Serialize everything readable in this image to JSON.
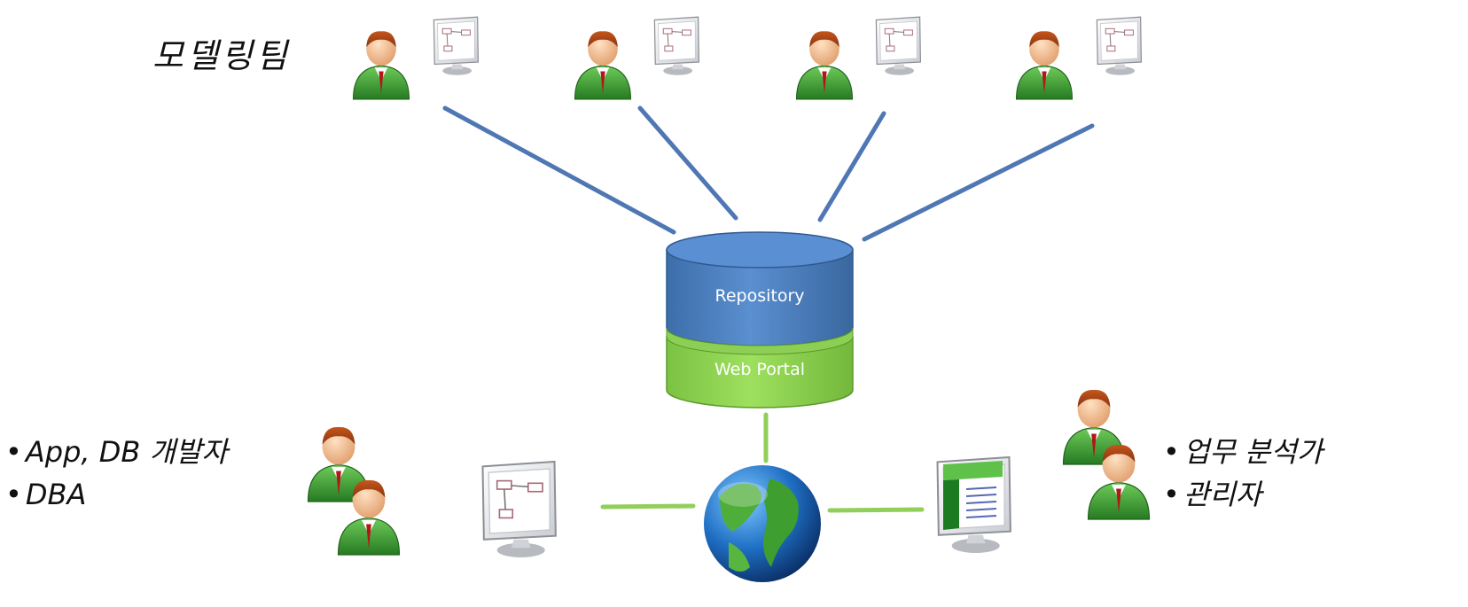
{
  "modeling_team": {
    "title": "모델링팀",
    "members": 4
  },
  "database": {
    "top_label": "Repository",
    "bottom_label": "Web Portal"
  },
  "left_group": {
    "roles": [
      "App, DB 개발자",
      "DBA"
    ]
  },
  "right_group": {
    "roles": [
      "업무 분석가",
      "관리자"
    ]
  },
  "colors": {
    "connector_blue": "#4f77b4",
    "connector_green": "#92cf5a",
    "repository_blue": "#4a7fc1",
    "portal_green": "#8fd14f"
  }
}
